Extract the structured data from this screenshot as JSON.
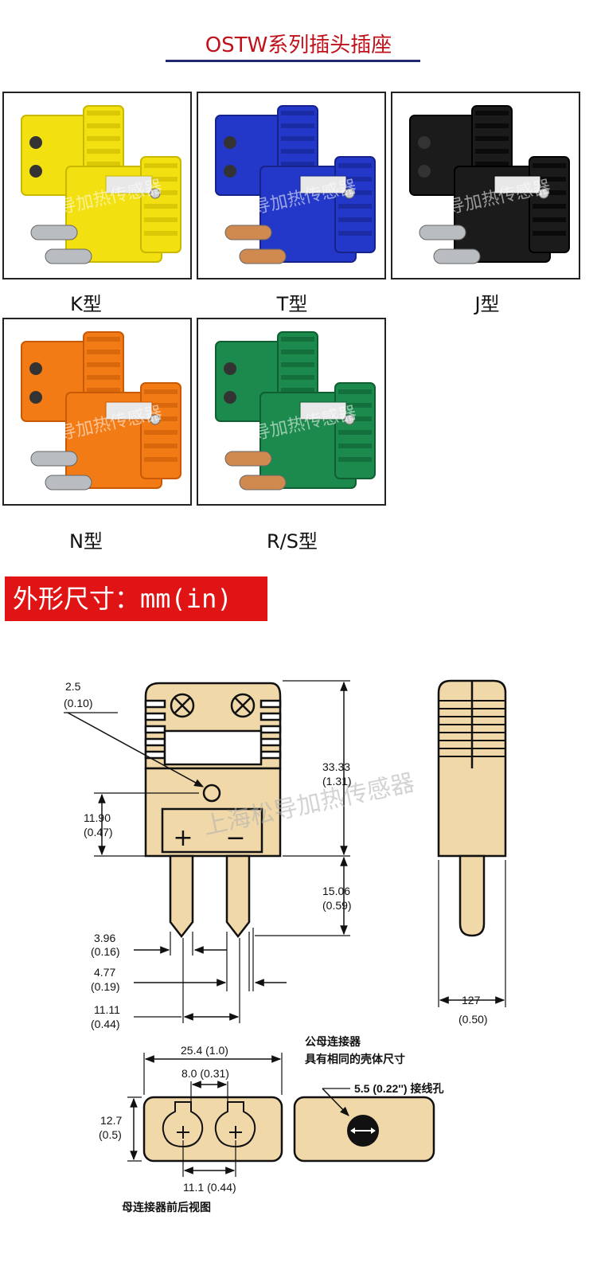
{
  "title": "OSTW系列插头插座",
  "watermark": "上海松导加热传感器",
  "products": [
    {
      "label": "K型",
      "color": "#f3e011",
      "dark": "#c9b800",
      "pin": "#b9bcc0"
    },
    {
      "label": "T型",
      "color": "#2338c8",
      "dark": "#15238a",
      "pin": "#d08a50"
    },
    {
      "label": "J型",
      "color": "#1b1b1b",
      "dark": "#000000",
      "pin": "#b9bcc0"
    },
    {
      "label": "N型",
      "color": "#f37b15",
      "dark": "#c85a05",
      "pin": "#b9bcc0"
    },
    {
      "label": "R/S型",
      "color": "#1b8a4c",
      "dark": "#0f5f33",
      "pin": "#d08a50"
    }
  ],
  "section_title": "外形尺寸：mm(in)",
  "diagram": {
    "fill_color": "#f0d8a8",
    "dims": {
      "hole_d": "2.5",
      "hole_d_in": "(0.10)",
      "height_total": "33.33",
      "height_total_in": "(1.31)",
      "hole_pos": "11.90",
      "hole_pos_in": "(0.47)",
      "pin_len": "15.06",
      "pin_len_in": "(0.59)",
      "pin_w1": "3.96",
      "pin_w1_in": "(0.16)",
      "pin_w2": "4.77",
      "pin_w2_in": "(0.19)",
      "pin_spacing": "11.11",
      "pin_spacing_in": "(0.44)",
      "side_w": "127",
      "side_w_in": "(0.50)",
      "face_w": "25.4 (1.0)",
      "slot_gap": "8.0 (0.31)",
      "face_h": "12.7",
      "face_h_in": "(0.5)",
      "socket_spacing": "11.1 (0.44)",
      "female_caption": "母连接器前后视图",
      "male_note_1": "公母连接器",
      "male_note_2": "具有相同的壳体尺寸",
      "wire_hole": "5.5 (0.22'') 接线孔",
      "plus": "+",
      "minus": "−"
    }
  }
}
